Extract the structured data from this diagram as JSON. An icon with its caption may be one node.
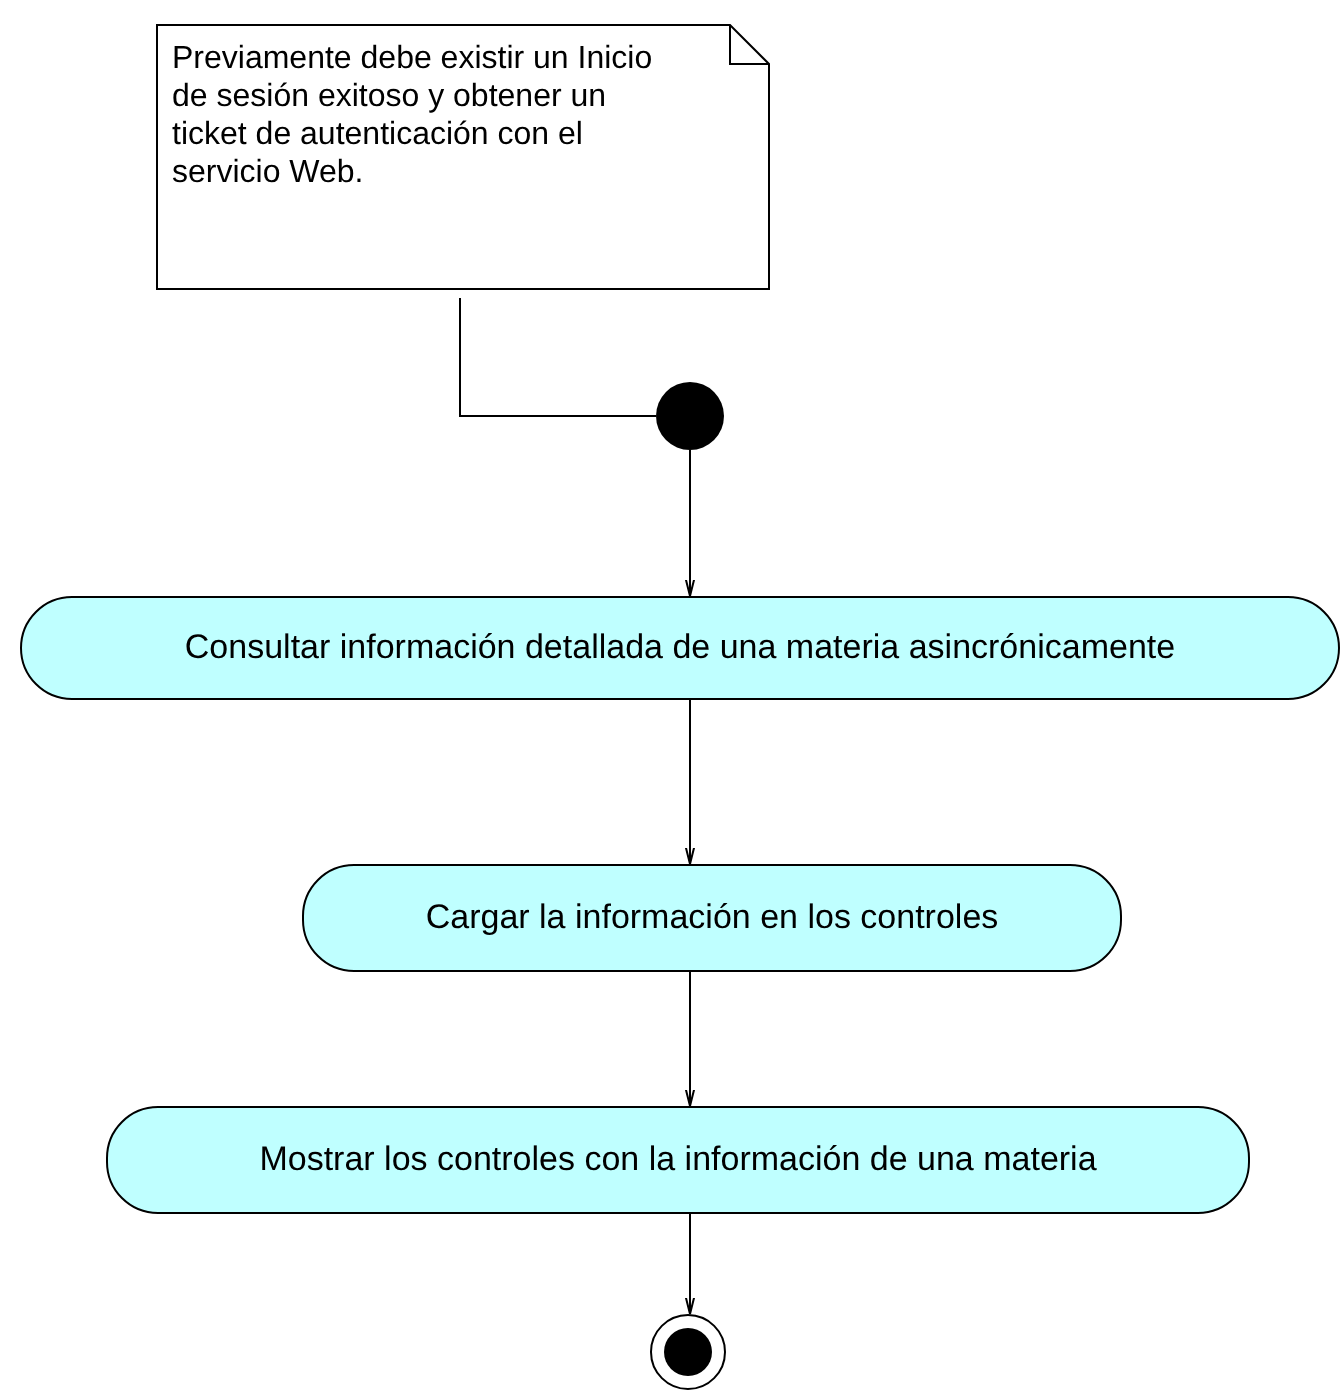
{
  "diagram": {
    "nodes": [
      {
        "text": [
          "Previamente debe existir un Inicio de sesión exitoso y obtener un ticket de autenticación con el servicio Web."
        ]
      },
      {
        "text": [],
        "shape": "circle"
      },
      {
        "text": [
          "Consultar información detallada de una materia asincrónicamente"
        ]
      },
      {
        "text": [
          "Cargar la información en los controles"
        ]
      },
      {
        "text": [
          "Mostrar los controles con la información de una materia"
        ]
      },
      {
        "text": [],
        "shape": "circle"
      }
    ],
    "edges": [
      {
        "from": 0,
        "to": 1,
        "arrow": "none"
      },
      {
        "from": 1,
        "to": 2,
        "arrow": "to"
      },
      {
        "from": 2,
        "to": 3,
        "arrow": "to"
      },
      {
        "from": 3,
        "to": 4,
        "arrow": "to"
      },
      {
        "from": 4,
        "to": 5,
        "arrow": "to"
      }
    ]
  }
}
